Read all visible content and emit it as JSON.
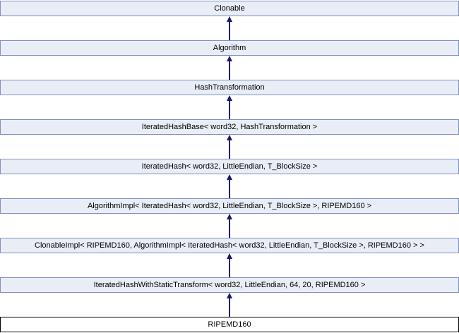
{
  "diagram": {
    "type": "class-inheritance-graph",
    "orientation": "child-at-bottom-arrows-point-up",
    "colors": {
      "node_fill": "#e9edf6",
      "node_border": "#8090c0",
      "current_node_fill": "#ffffff",
      "current_node_border": "#000000",
      "arrow": "#191970",
      "text": "#000000",
      "background": "#ffffff"
    },
    "nodes": [
      {
        "label": "Clonable",
        "current": false
      },
      {
        "label": "Algorithm",
        "current": false
      },
      {
        "label": "HashTransformation",
        "current": false
      },
      {
        "label": "IteratedHashBase< word32, HashTransformation >",
        "current": false
      },
      {
        "label": "IteratedHash< word32, LittleEndian, T_BlockSize >",
        "current": false
      },
      {
        "label": "AlgorithmImpl< IteratedHash< word32, LittleEndian, T_BlockSize >, RIPEMD160 >",
        "current": false
      },
      {
        "label": "ClonableImpl< RIPEMD160, AlgorithmImpl< IteratedHash< word32, LittleEndian, T_BlockSize >, RIPEMD160 > >",
        "current": false
      },
      {
        "label": "IteratedHashWithStaticTransform< word32, LittleEndian, 64, 20, RIPEMD160 >",
        "current": false
      },
      {
        "label": "RIPEMD160",
        "current": true
      }
    ]
  }
}
